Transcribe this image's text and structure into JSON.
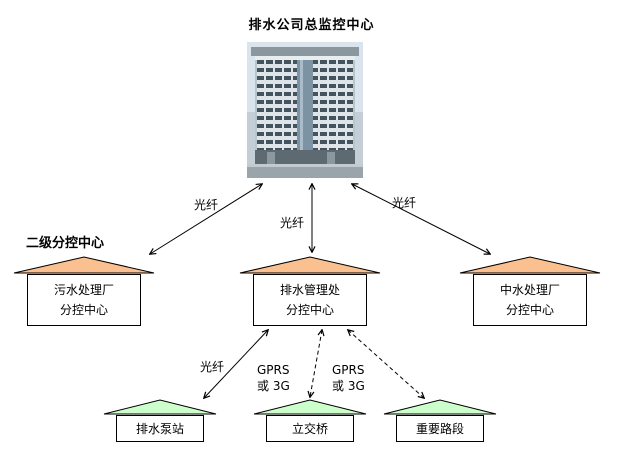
{
  "title": "排水公司总监控中心",
  "legend": {
    "level2_label": "二级分控中心"
  },
  "links": {
    "fiber": "光纤",
    "gprs_line1": "GPRS",
    "gprs_line2": "或 3G"
  },
  "nodes": {
    "level2": [
      {
        "line1": "污水处理厂",
        "line2": "分控中心"
      },
      {
        "line1": "排水管理处",
        "line2": "分控中心"
      },
      {
        "line1": "中水处理厂",
        "line2": "分控中心"
      }
    ],
    "level3": [
      {
        "label": "排水泵站"
      },
      {
        "label": "立交桥"
      },
      {
        "label": "重要路段"
      }
    ]
  },
  "colors": {
    "level2_roof": "#FAC090",
    "level3_roof": "#CCFFCC",
    "line": "#000000"
  }
}
